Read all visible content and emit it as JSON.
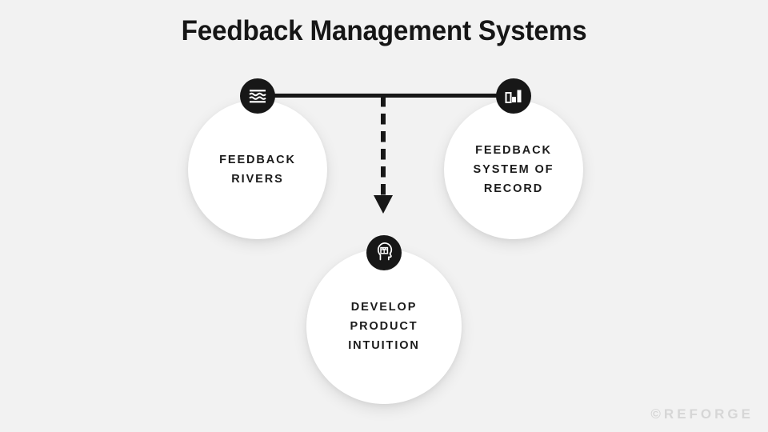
{
  "page": {
    "title": "Feedback Management Systems",
    "background_color": "#f2f2f2",
    "accent_color": "#171717",
    "node_fill_color": "#ffffff"
  },
  "diagram": {
    "nodes": [
      {
        "id": "feedback-rivers",
        "label": "FEEDBACK\nRIVERS",
        "icon": "waves-icon",
        "position": "left"
      },
      {
        "id": "feedback-system-of-record",
        "label": "FEEDBACK\nSYSTEM OF\nRECORD",
        "icon": "bar-chart-icon",
        "position": "right"
      },
      {
        "id": "develop-product-intuition",
        "label": "DEVELOP\nPRODUCT\nINTUITION",
        "icon": "head-package-icon",
        "position": "bottom"
      }
    ],
    "connectors": [
      {
        "id": "rivers-to-record",
        "style": "solid",
        "from": "feedback-rivers",
        "to": "feedback-system-of-record",
        "arrow": false
      },
      {
        "id": "to-intuition",
        "style": "dashed",
        "from": "rivers-to-record",
        "to": "develop-product-intuition",
        "arrow": true
      }
    ]
  },
  "watermark": {
    "text": "©REFORGE",
    "color": "#d6d6d6"
  }
}
